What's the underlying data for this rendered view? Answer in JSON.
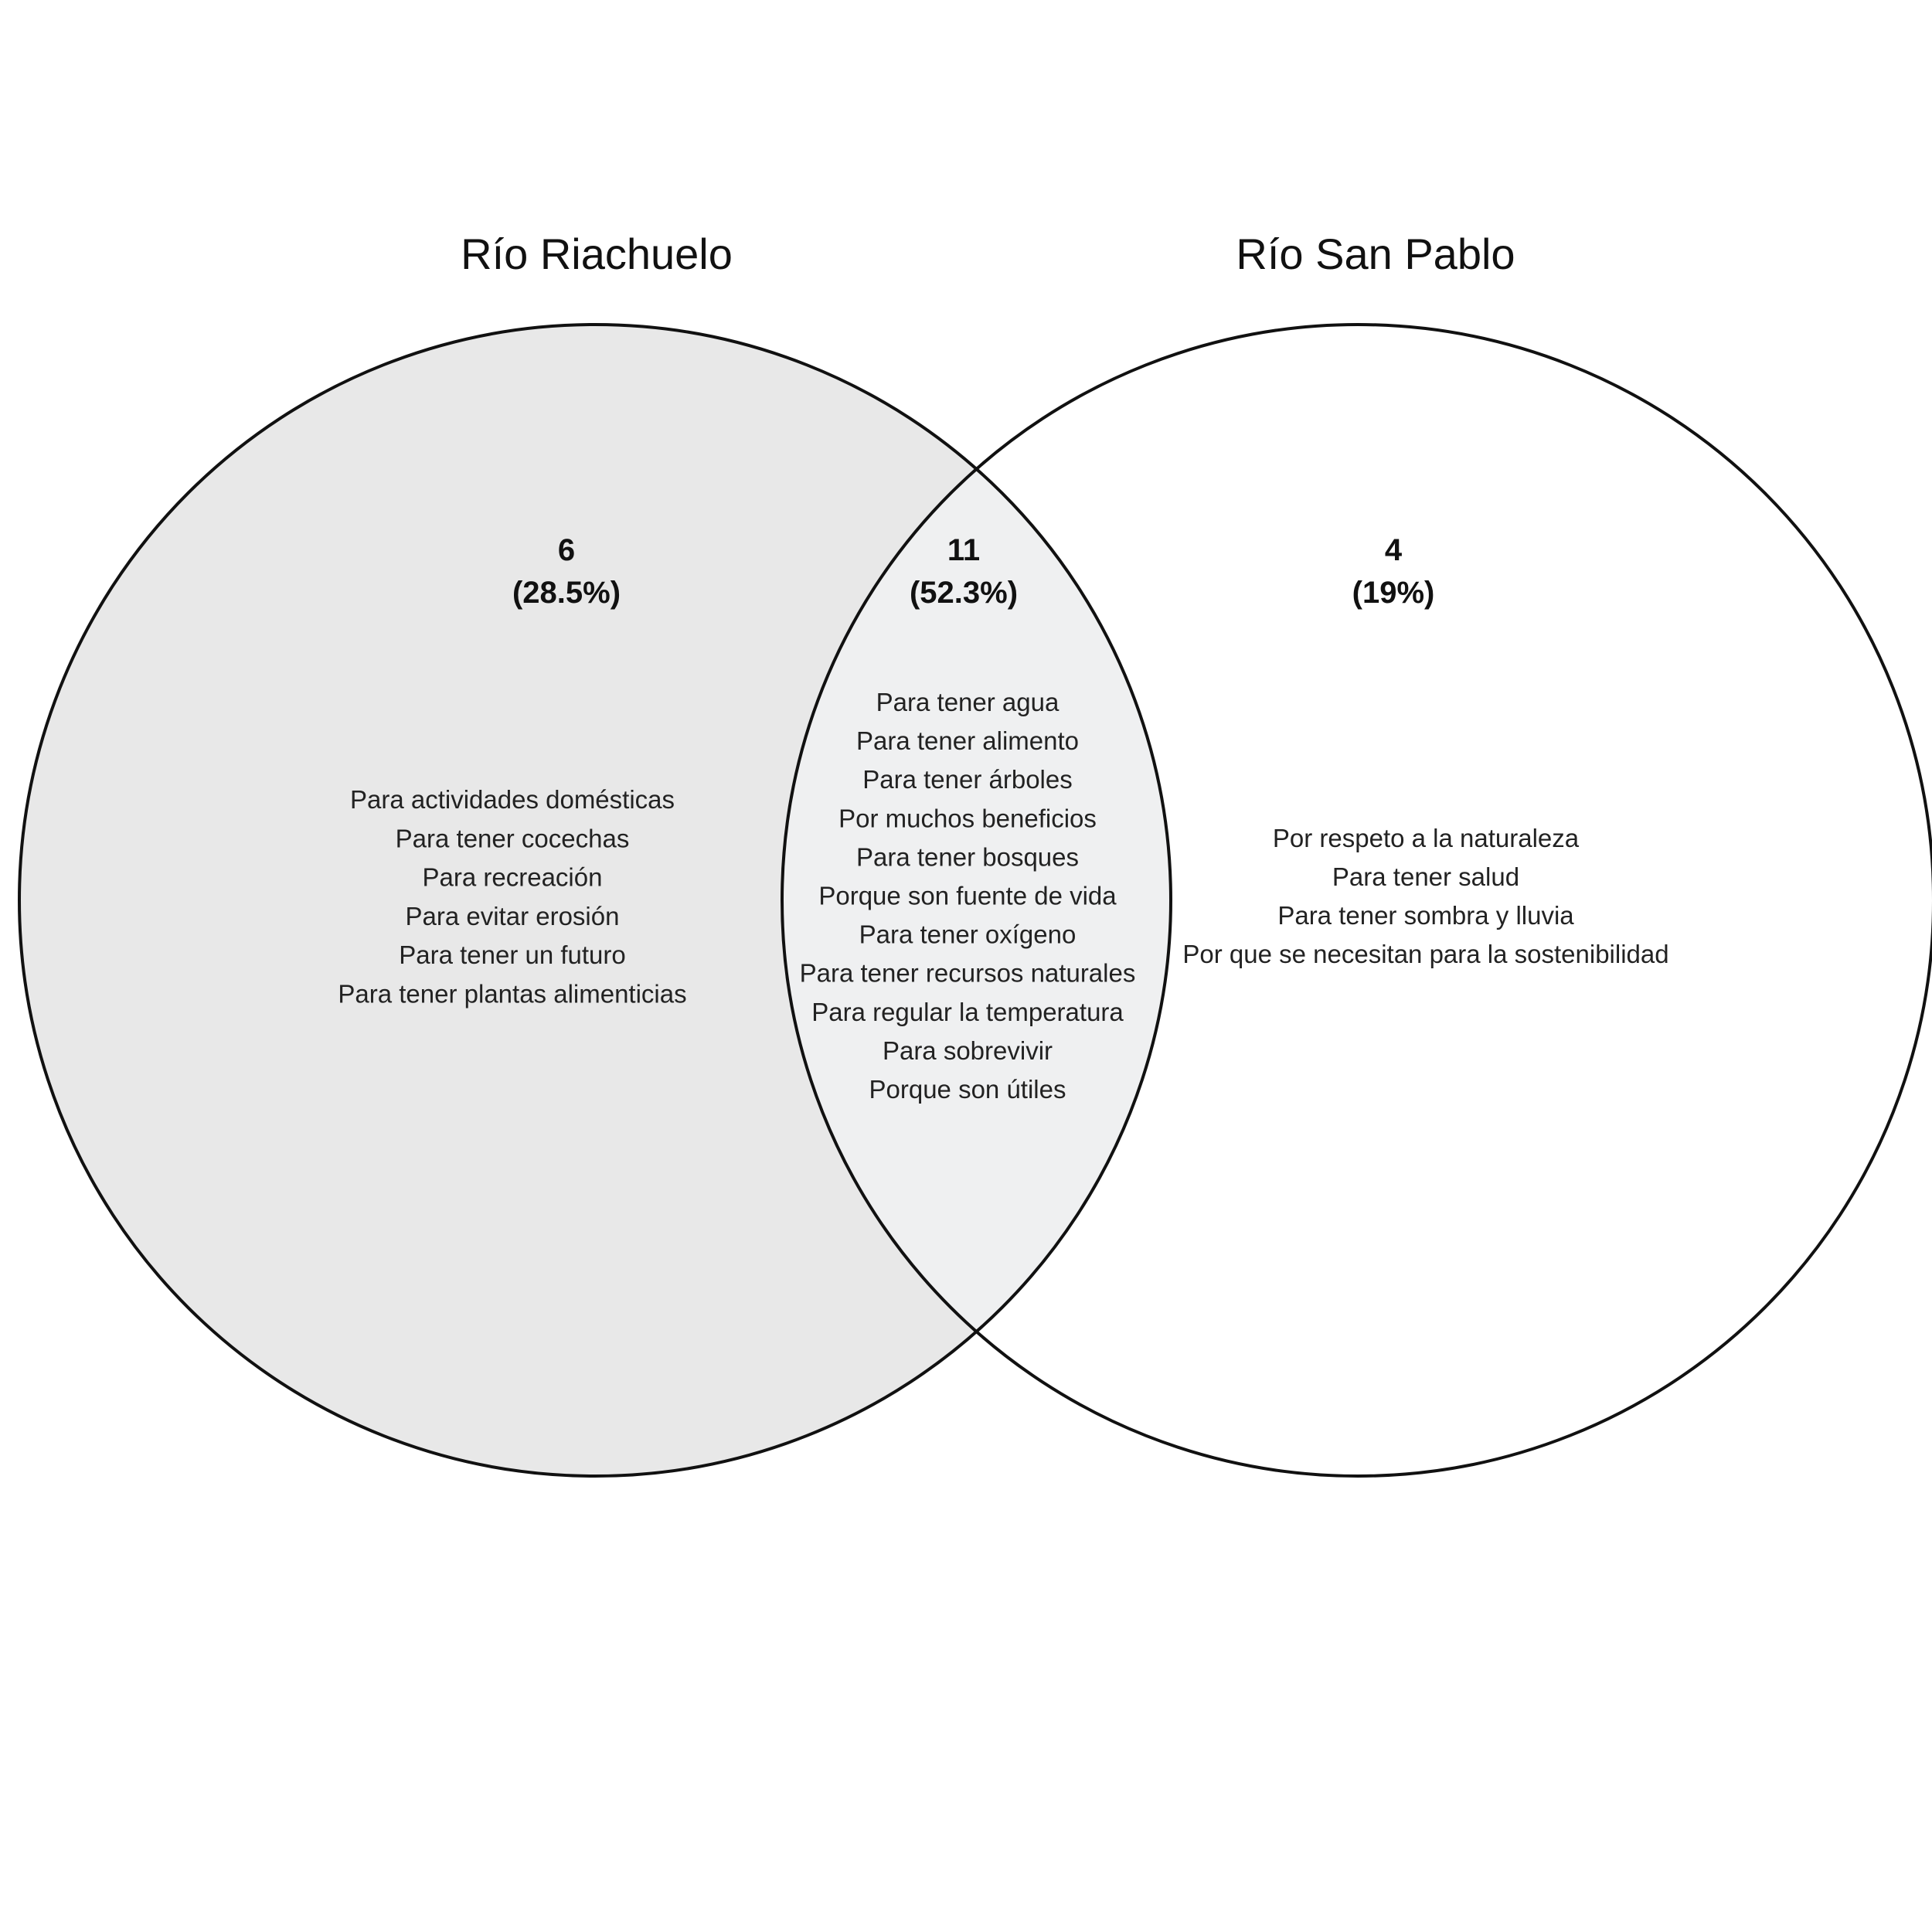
{
  "colors": {
    "left_fill": "#e8e8e8",
    "overlap_fill": "#eff0f1",
    "right_fill": "#ffffff",
    "outline": "#111111"
  },
  "sets": {
    "left": {
      "title": "Río Riachuelo",
      "count": "6",
      "percent": "(28.5%)",
      "items": [
        "Para actividades domésticas",
        "Para tener cocechas",
        "Para recreación",
        "Para evitar erosión",
        "Para tener un futuro",
        "Para tener plantas alimenticias"
      ]
    },
    "overlap": {
      "count": "11",
      "percent": "(52.3%)",
      "items": [
        "Para tener agua",
        "Para tener alimento",
        "Para tener árboles",
        "Por muchos beneficios",
        "Para tener bosques",
        "Porque son fuente de vida",
        "Para tener oxígeno",
        "Para tener recursos naturales",
        "Para regular la temperatura",
        "Para sobrevivir",
        "Porque son útiles"
      ]
    },
    "right": {
      "title": "Río San Pablo",
      "count": "4",
      "percent": "(19%)",
      "items": [
        "Por respeto a la naturaleza",
        "Para tener salud",
        "Para tener sombra y lluvia",
        "Por que se necesitan para la sostenibilidad"
      ]
    }
  }
}
